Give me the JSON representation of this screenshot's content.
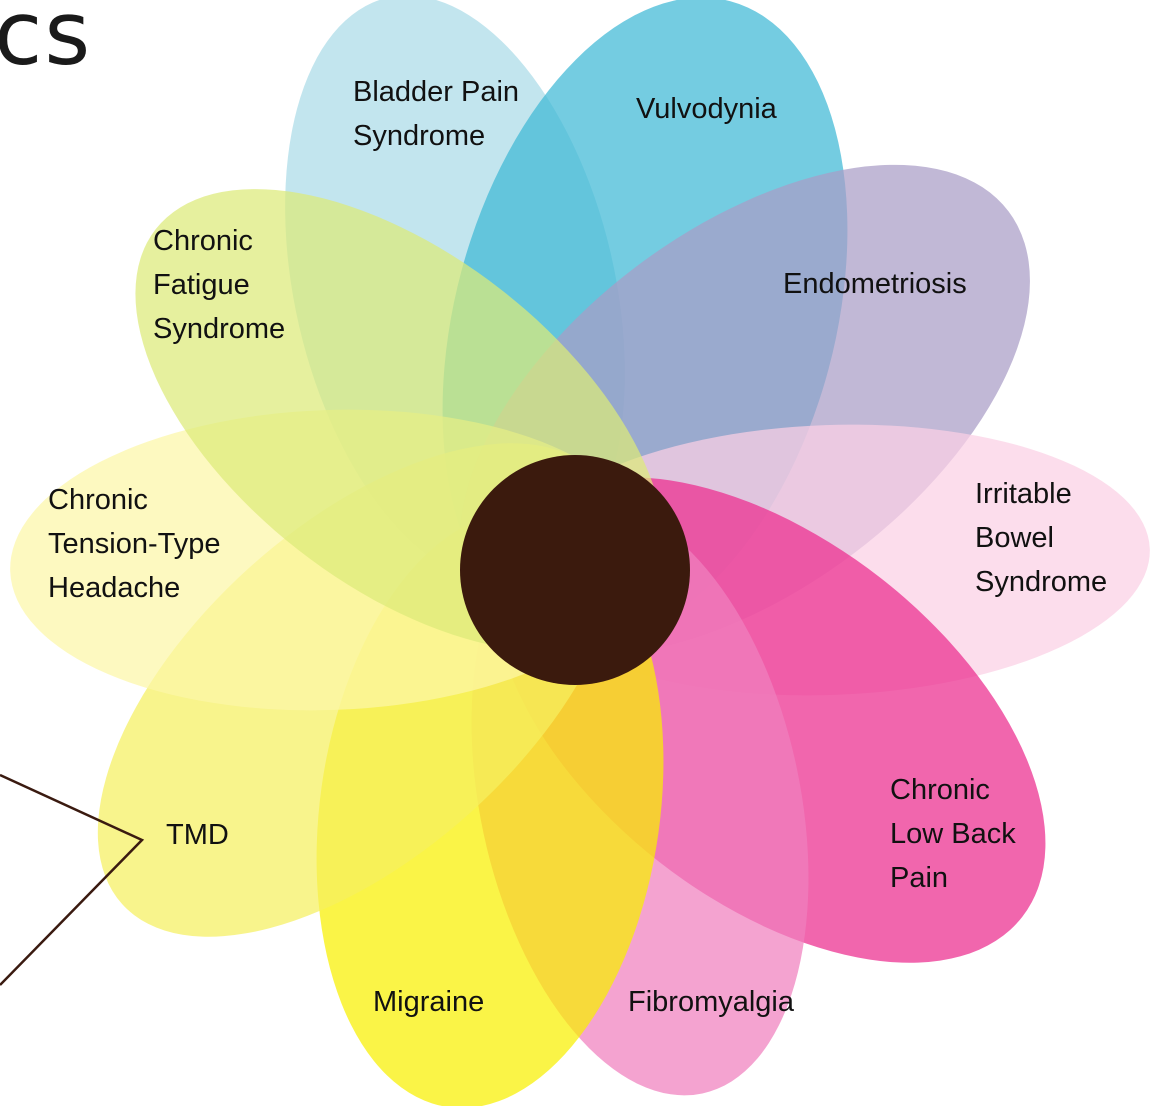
{
  "title_fragment": "cs",
  "petals": [
    {
      "id": "bladder-pain-syndrome",
      "label_lines": [
        "Bladder Pain",
        "Syndrome"
      ],
      "color": "#aadbe8"
    },
    {
      "id": "vulvodynia",
      "label_lines": [
        "Vulvodynia"
      ],
      "color": "#3fb8d6"
    },
    {
      "id": "endometriosis",
      "label_lines": [
        "Endometriosis"
      ],
      "color": "#a99cc6"
    },
    {
      "id": "irritable-bowel-syndrome",
      "label_lines": [
        "Irritable",
        "Bowel",
        "Syndrome"
      ],
      "color": "#fbd0e5"
    },
    {
      "id": "chronic-low-back-pain",
      "label_lines": [
        "Chronic",
        "Low Back",
        "Pain"
      ],
      "color": "#ec2b8e"
    },
    {
      "id": "fibromyalgia",
      "label_lines": [
        "Fibromyalgia"
      ],
      "color": "#f07fbe"
    },
    {
      "id": "migraine",
      "label_lines": [
        "Migraine"
      ],
      "color": "#f8f000"
    },
    {
      "id": "tmd",
      "label_lines": [
        "TMD"
      ],
      "color": "#f5f060"
    },
    {
      "id": "chronic-tension-type-headache",
      "label_lines": [
        "Chronic",
        "Tension-Type",
        "Headache"
      ],
      "color": "#fcf6a8"
    },
    {
      "id": "chronic-fatigue-syndrome",
      "label_lines": [
        "Chronic",
        "Fatigue",
        "Syndrome"
      ],
      "color": "#dcea78"
    }
  ],
  "center_color": "#3b1a0d",
  "callout_color": "#3a1a10"
}
